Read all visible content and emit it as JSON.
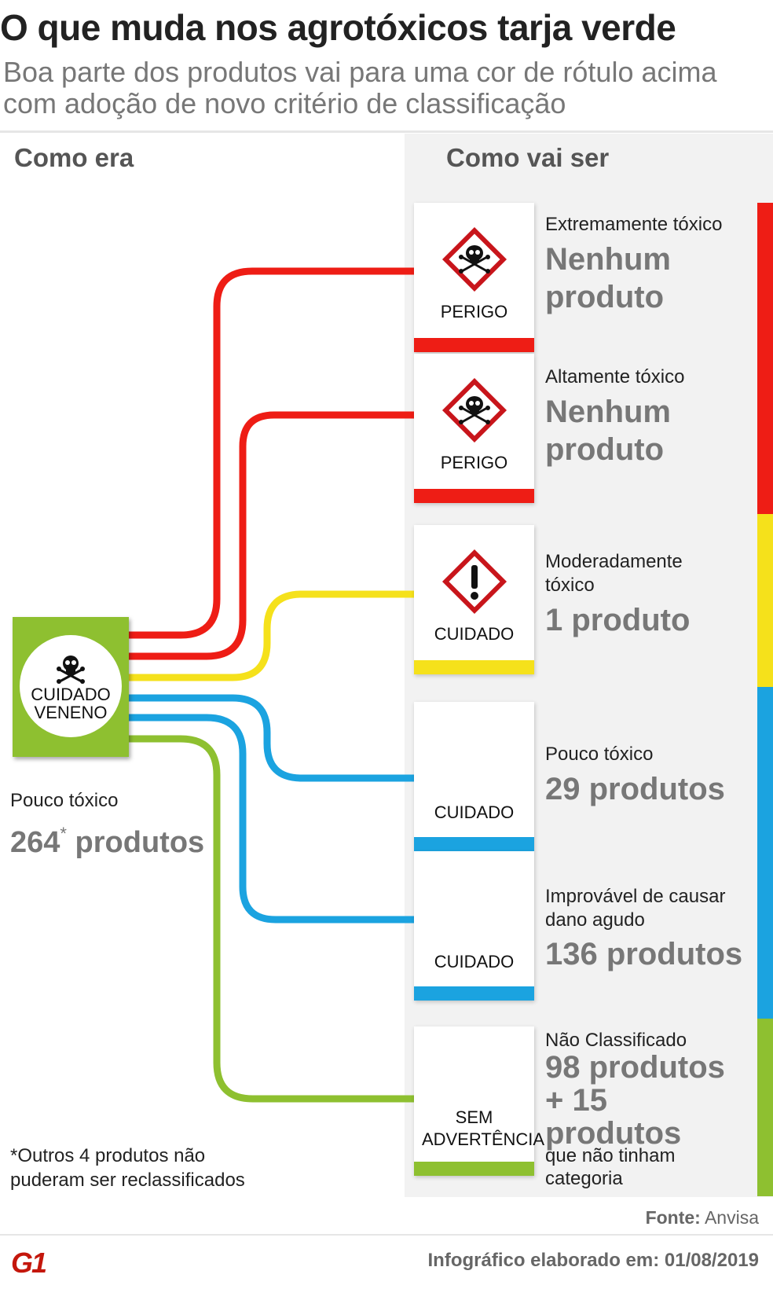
{
  "header": {
    "title": "O que muda nos agrotóxicos tarja verde",
    "subtitle": "Boa parte dos produtos vai para uma cor de rótulo acima com adoção de novo critério de classificação"
  },
  "left": {
    "heading": "Como era",
    "label_line1": "CUIDADO",
    "label_line2": "VENENO",
    "category": "Pouco tóxico",
    "count": "264",
    "count_mark": "*",
    "count_suffix": "produtos",
    "note": "*Outros 4 produtos não puderam ser reclassificados",
    "color": "#8ec030",
    "icon": "skull-crossbones-icon"
  },
  "right": {
    "heading": "Como vai ser",
    "categories": [
      {
        "card_label": "PERIGO",
        "icon": "skull-diamond-icon",
        "bar_color": "#ee1d15",
        "title": "Extremamente tóxico",
        "value": "Nenhum produto"
      },
      {
        "card_label": "PERIGO",
        "icon": "skull-diamond-icon",
        "bar_color": "#ee1d15",
        "title": "Altamente tóxico",
        "value": "Nenhum produto"
      },
      {
        "card_label": "CUIDADO",
        "icon": "exclamation-diamond-icon",
        "bar_color": "#f5e11b",
        "title": "Moderadamente tóxico",
        "value": "1 produto"
      },
      {
        "card_label": "CUIDADO",
        "icon": "",
        "bar_color": "#1ba3e0",
        "title": "Pouco tóxico",
        "value": "29 produtos"
      },
      {
        "card_label": "CUIDADO",
        "icon": "",
        "bar_color": "#1ba3e0",
        "title": "Improvável de causar dano agudo",
        "value": "136 produtos"
      },
      {
        "card_label": "SEM ADVERTÊNCIA",
        "icon": "",
        "bar_color": "#8ec030",
        "title": "Não Classificado",
        "value": "98 produtos + 15 produtos",
        "extra": "que não tinham categoria"
      }
    ]
  },
  "footer": {
    "source_label": "Fonte:",
    "source": "Anvisa",
    "logo": "G1",
    "credit_label": "Infográfico elaborado em:",
    "credit_date": "01/08/2019"
  },
  "colors": {
    "red": "#ee1d15",
    "yellow": "#f5e11b",
    "blue": "#1ba3e0",
    "green": "#8ec030"
  }
}
